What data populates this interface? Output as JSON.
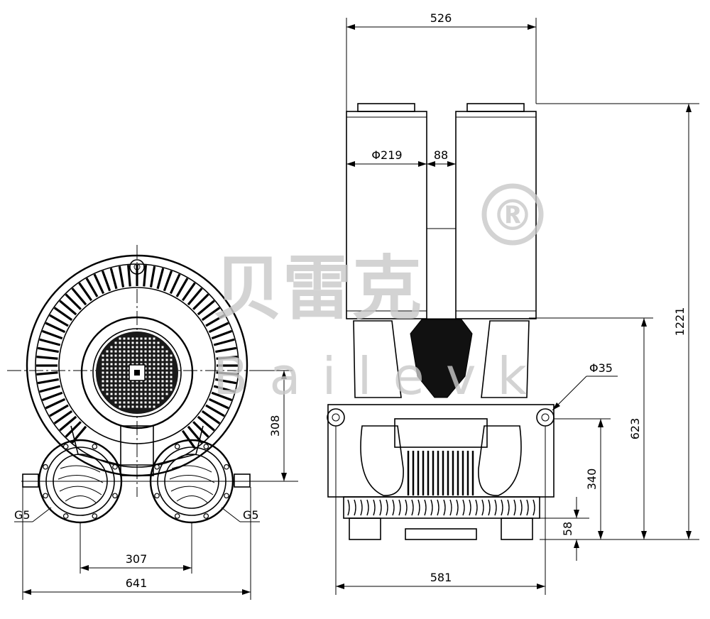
{
  "watermark": {
    "cn_text": "贝雷克",
    "en_text": "Bailevk",
    "registered_mark": "®"
  },
  "dimensions": {
    "top_width": "526",
    "filter_diameter": "Φ219",
    "filter_gap": "88",
    "total_height": "1221",
    "lifting_eye": "Φ35",
    "outlet_height": "623",
    "flange_height": "340",
    "foot_height": "58",
    "base_width": "581",
    "front_center_height": "308",
    "port_spacing": "307",
    "front_width": "641",
    "port_left": "G5",
    "port_right": "G5"
  },
  "colors": {
    "line": "#000000",
    "watermark": "#c9c9c9",
    "background": "#ffffff"
  }
}
